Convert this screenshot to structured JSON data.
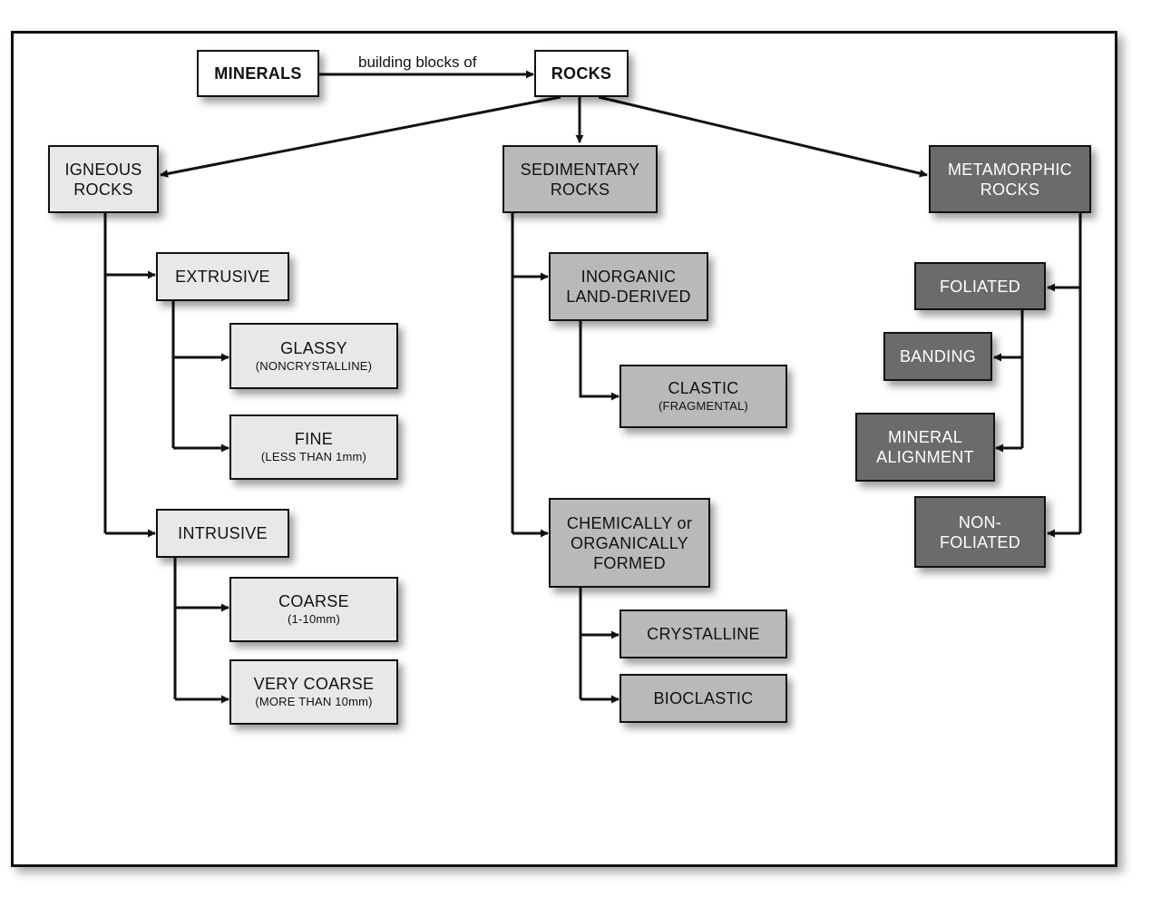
{
  "edge_label": "building blocks of",
  "nodes": {
    "minerals": "MINERALS",
    "rocks": "ROCKS",
    "igneous": {
      "line1": "IGNEOUS",
      "line2": "ROCKS"
    },
    "sedimentary": {
      "line1": "SEDIMENTARY",
      "line2": "ROCKS"
    },
    "metamorphic": {
      "line1": "METAMORPHIC",
      "line2": "ROCKS"
    },
    "extrusive": "EXTRUSIVE",
    "glassy": {
      "label": "GLASSY",
      "sub": "(NONCRYSTALLINE)"
    },
    "fine": {
      "label": "FINE",
      "sub": "(LESS THAN 1mm)"
    },
    "intrusive": "INTRUSIVE",
    "coarse": {
      "label": "COARSE",
      "sub": "(1-10mm)"
    },
    "very_coarse": {
      "label": "VERY COARSE",
      "sub": "(MORE THAN 10mm)"
    },
    "inorganic": {
      "line1": "INORGANIC",
      "line2": "LAND-DERIVED"
    },
    "clastic": {
      "label": "CLASTIC",
      "sub": "(FRAGMENTAL)"
    },
    "chemically": {
      "line1": "CHEMICALLY or",
      "line2": "ORGANICALLY",
      "line3": "FORMED"
    },
    "crystalline": "CRYSTALLINE",
    "bioclastic": "BIOCLASTIC",
    "foliated": "FOLIATED",
    "banding": "BANDING",
    "mineral_alignment": {
      "line1": "MINERAL",
      "line2": "ALIGNMENT"
    },
    "non_foliated": {
      "line1": "NON-",
      "line2": "FOLIATED"
    }
  },
  "colors": {
    "line": "#111111",
    "white": "#ffffff",
    "light": "#e8e8e8",
    "mid": "#b9b9b9",
    "dark": "#6b6b6b"
  }
}
